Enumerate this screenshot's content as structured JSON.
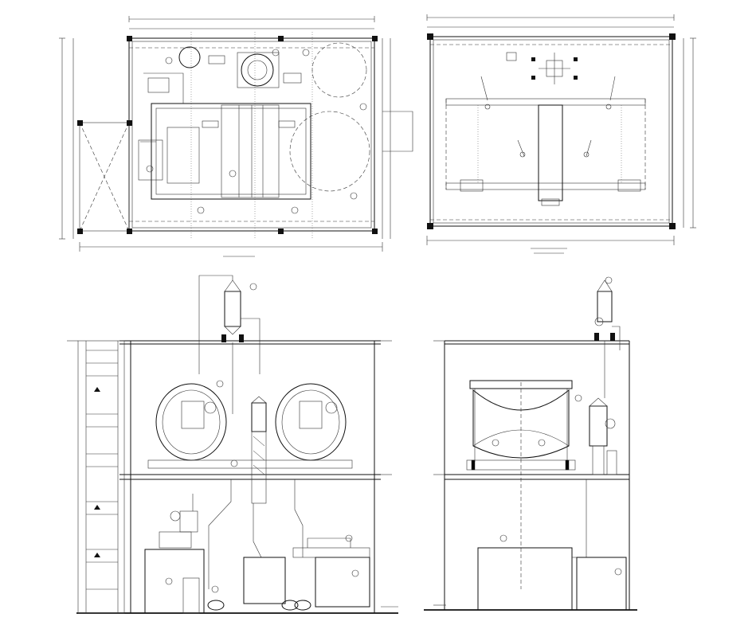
{
  "drawing": {
    "views": [
      {
        "id": "top-left",
        "caption": ""
      },
      {
        "id": "top-right",
        "caption": ""
      },
      {
        "id": "bottom-left",
        "caption": ""
      },
      {
        "id": "bottom-right",
        "caption": ""
      }
    ]
  }
}
